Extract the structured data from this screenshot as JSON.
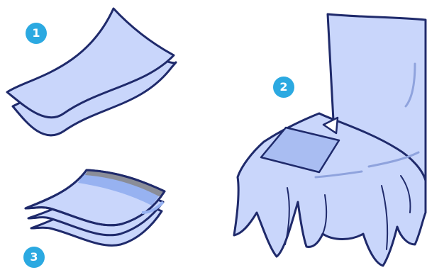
{
  "badges": {
    "one": "1",
    "two": "2",
    "three": "3"
  },
  "colors": {
    "sheet_fill": "#c9d6fb",
    "sheet_stroke": "#1f2a6b",
    "shaded_area": "#a9bdf2",
    "badge": "#2ba9e1",
    "gray_band": "#8a8d98",
    "blue_band": "#97b2f1"
  },
  "icons": {
    "arrow": "white-triangle-pointer-icon"
  }
}
